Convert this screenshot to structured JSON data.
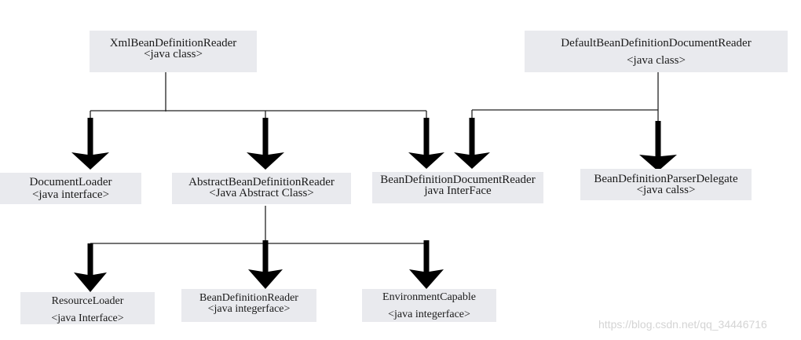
{
  "nodes": {
    "xml_reader": {
      "name": "XmlBeanDefinitionReader",
      "type": "<java class>"
    },
    "default_doc_reader": {
      "name": "DefaultBeanDefinitionDocumentReader",
      "type": "<java class>"
    },
    "document_loader": {
      "name": "DocumentLoader",
      "type": "<java interface>"
    },
    "abstract_reader": {
      "name": "AbstractBeanDefinitionReader",
      "type": "<Java Abstract Class>"
    },
    "doc_reader": {
      "name": "BeanDefinitionDocumentReader",
      "type": "java InterFace"
    },
    "parser_delegate": {
      "name": "BeanDefinitionParserDelegate",
      "type": "<java calss>"
    },
    "resource_loader": {
      "name": "ResourceLoader",
      "type": "<java Interface>"
    },
    "bean_def_reader": {
      "name": "BeanDefinitionReader",
      "type": "<java integerface>"
    },
    "env_capable": {
      "name": "EnvironmentCapable",
      "type": "<java integerface>"
    }
  },
  "edges": [
    {
      "from": "xml_reader",
      "to": "document_loader"
    },
    {
      "from": "xml_reader",
      "to": "abstract_reader"
    },
    {
      "from": "xml_reader",
      "to": "doc_reader"
    },
    {
      "from": "default_doc_reader",
      "to": "doc_reader"
    },
    {
      "from": "default_doc_reader",
      "to": "parser_delegate"
    },
    {
      "from": "abstract_reader",
      "to": "resource_loader"
    },
    {
      "from": "abstract_reader",
      "to": "bean_def_reader"
    },
    {
      "from": "abstract_reader",
      "to": "env_capable"
    }
  ],
  "watermark": "https://blog.csdn.net/qq_34446716"
}
